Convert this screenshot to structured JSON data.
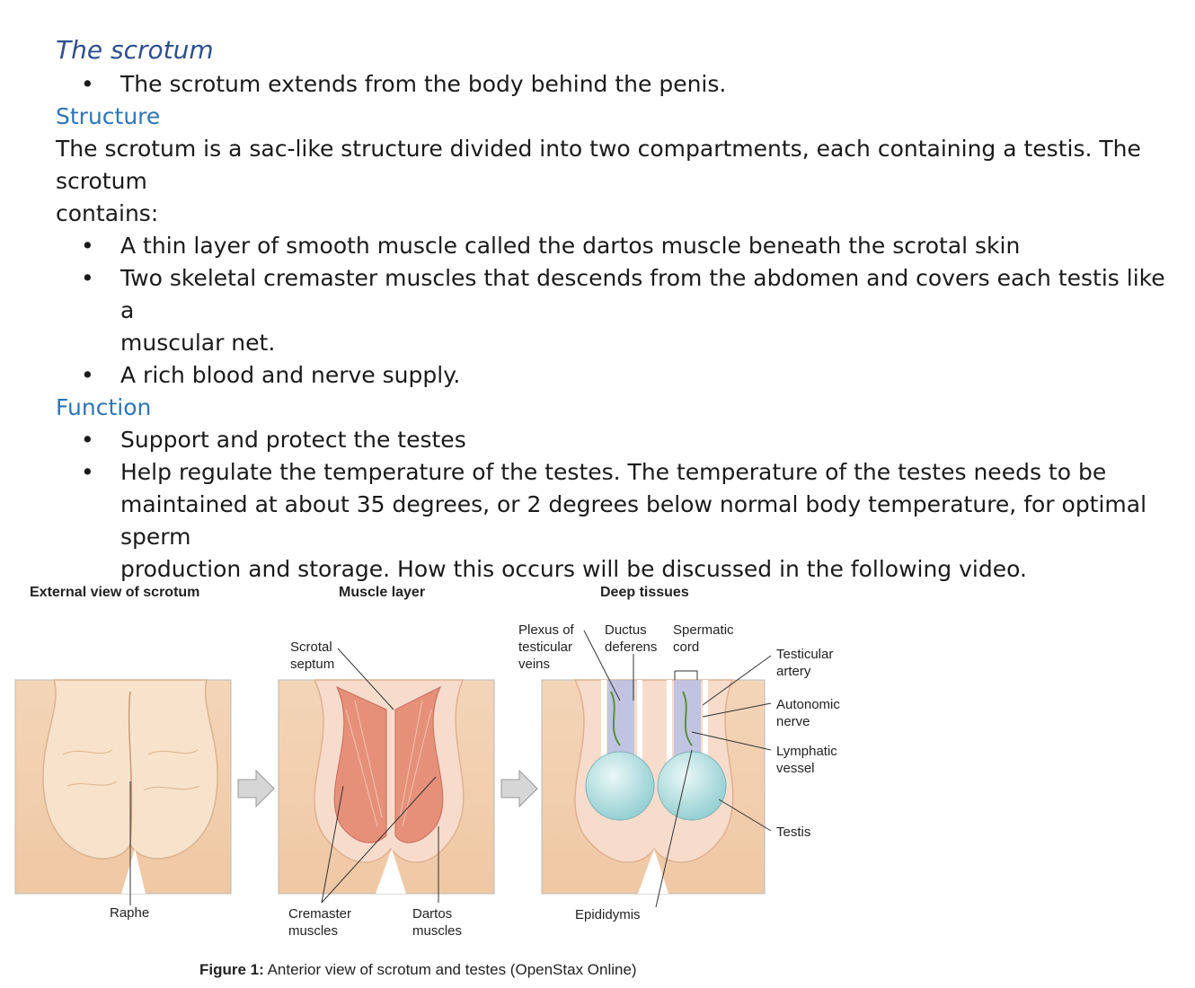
{
  "doc": {
    "title": "The scrotum",
    "intro_bullets": [
      "The scrotum extends from the body behind the penis."
    ],
    "structure": {
      "heading": "Structure",
      "paragraph_line1": "The scrotum is a sac-like structure divided into two compartments, each containing a testis. The scrotum",
      "paragraph_line2": "contains:",
      "bullets": [
        "A thin layer of smooth muscle called the dartos muscle beneath the scrotal skin",
        "Two skeletal cremaster muscles that descends from the abdomen and covers each testis like a",
        "muscular net.",
        "A rich blood and nerve supply."
      ]
    },
    "function": {
      "heading": "Function",
      "bullets": [
        "Support and protect the testes",
        "Help regulate the temperature of the testes. The temperature of the testes needs to be",
        "maintained at about 35 degrees, or 2 degrees below normal body temperature, for optimal sperm",
        "production and storage. How this occurs will be discussed in the following video."
      ]
    },
    "bullet_glyph": "•"
  },
  "figure": {
    "panel_titles": [
      "External view of scrotum",
      "Muscle layer",
      "Deep tissues"
    ],
    "labels": {
      "raphe": "Raphe",
      "scrotal_septum": "Scrotal\nseptum",
      "cremaster": "Cremaster\nmuscles",
      "dartos": "Dartos\nmuscles",
      "plexus": "Plexus of\ntesticular\nveins",
      "ductus": "Ductus\ndeferens",
      "spermatic": "Spermatic\ncord",
      "testicular_artery": "Testicular\nartery",
      "autonomic": "Autonomic\nnerve",
      "lymphatic": "Lymphatic\nvessel",
      "testis": "Testis",
      "epididymis": "Epididymis"
    },
    "caption_bold": "Figure 1:",
    "caption_text": " Anterior view of scrotum and testes (OpenStax Online)"
  },
  "colors": {
    "title": "#2e4f8f",
    "heading": "#2f75b5",
    "skin": "#f2cfae",
    "muscle": "#e89a83",
    "testis": "#bfe5e6"
  }
}
